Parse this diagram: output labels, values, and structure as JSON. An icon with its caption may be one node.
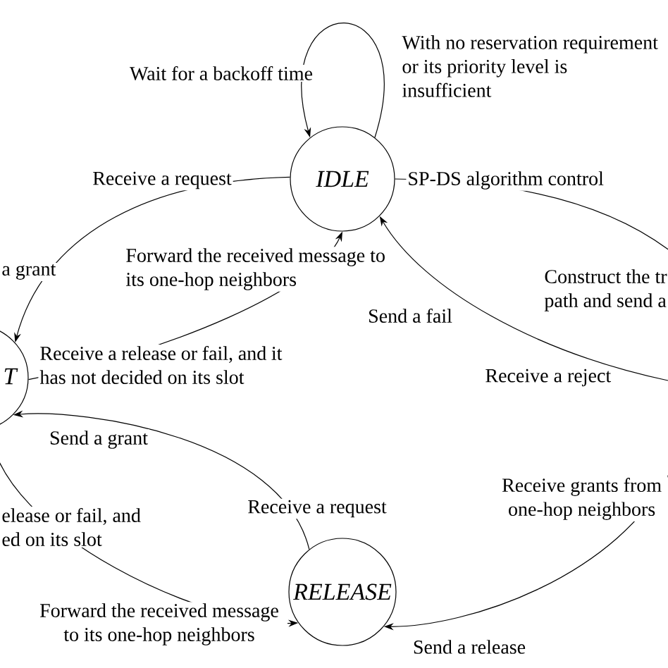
{
  "diagram": {
    "nodes": [
      {
        "text": [
          "IDLE"
        ]
      },
      {
        "text": [
          "T"
        ]
      },
      {
        "text": [
          "RELEASE"
        ]
      }
    ],
    "edges": [
      {
        "from": 0,
        "to": 0,
        "arrow": "to",
        "label": "With no reservation requirement or its priority level is insufficient"
      },
      {
        "from": 0,
        "to": 1,
        "arrow": "to",
        "label": "Receive a request"
      },
      {
        "from": 1,
        "to": 0,
        "arrow": "to",
        "label": "Receive a release or fail, and it has not decided on its slot"
      },
      {
        "from": null,
        "to": 0,
        "arrow": "to",
        "label": "Receive a reject"
      },
      {
        "from": 0,
        "to": null,
        "arrow": "none",
        "label": "SP-DS algorithm control"
      },
      {
        "from": 2,
        "to": 1,
        "arrow": "to",
        "label": "Receive a request"
      },
      {
        "from": 1,
        "to": 2,
        "arrow": "to",
        "label": "elease or fail, and ed on its slot"
      },
      {
        "from": null,
        "to": 2,
        "arrow": "to",
        "label": "Receive grants from one-hop neighbors"
      }
    ],
    "labels": [
      "Wait for a backoff time",
      "a grant",
      "Forward the received message to its one-hop neighbors",
      "Construct the tr path and send a",
      "Send a fail",
      "Send a grant",
      "Forward the received message to its one-hop neighbors",
      "Send a release"
    ]
  }
}
